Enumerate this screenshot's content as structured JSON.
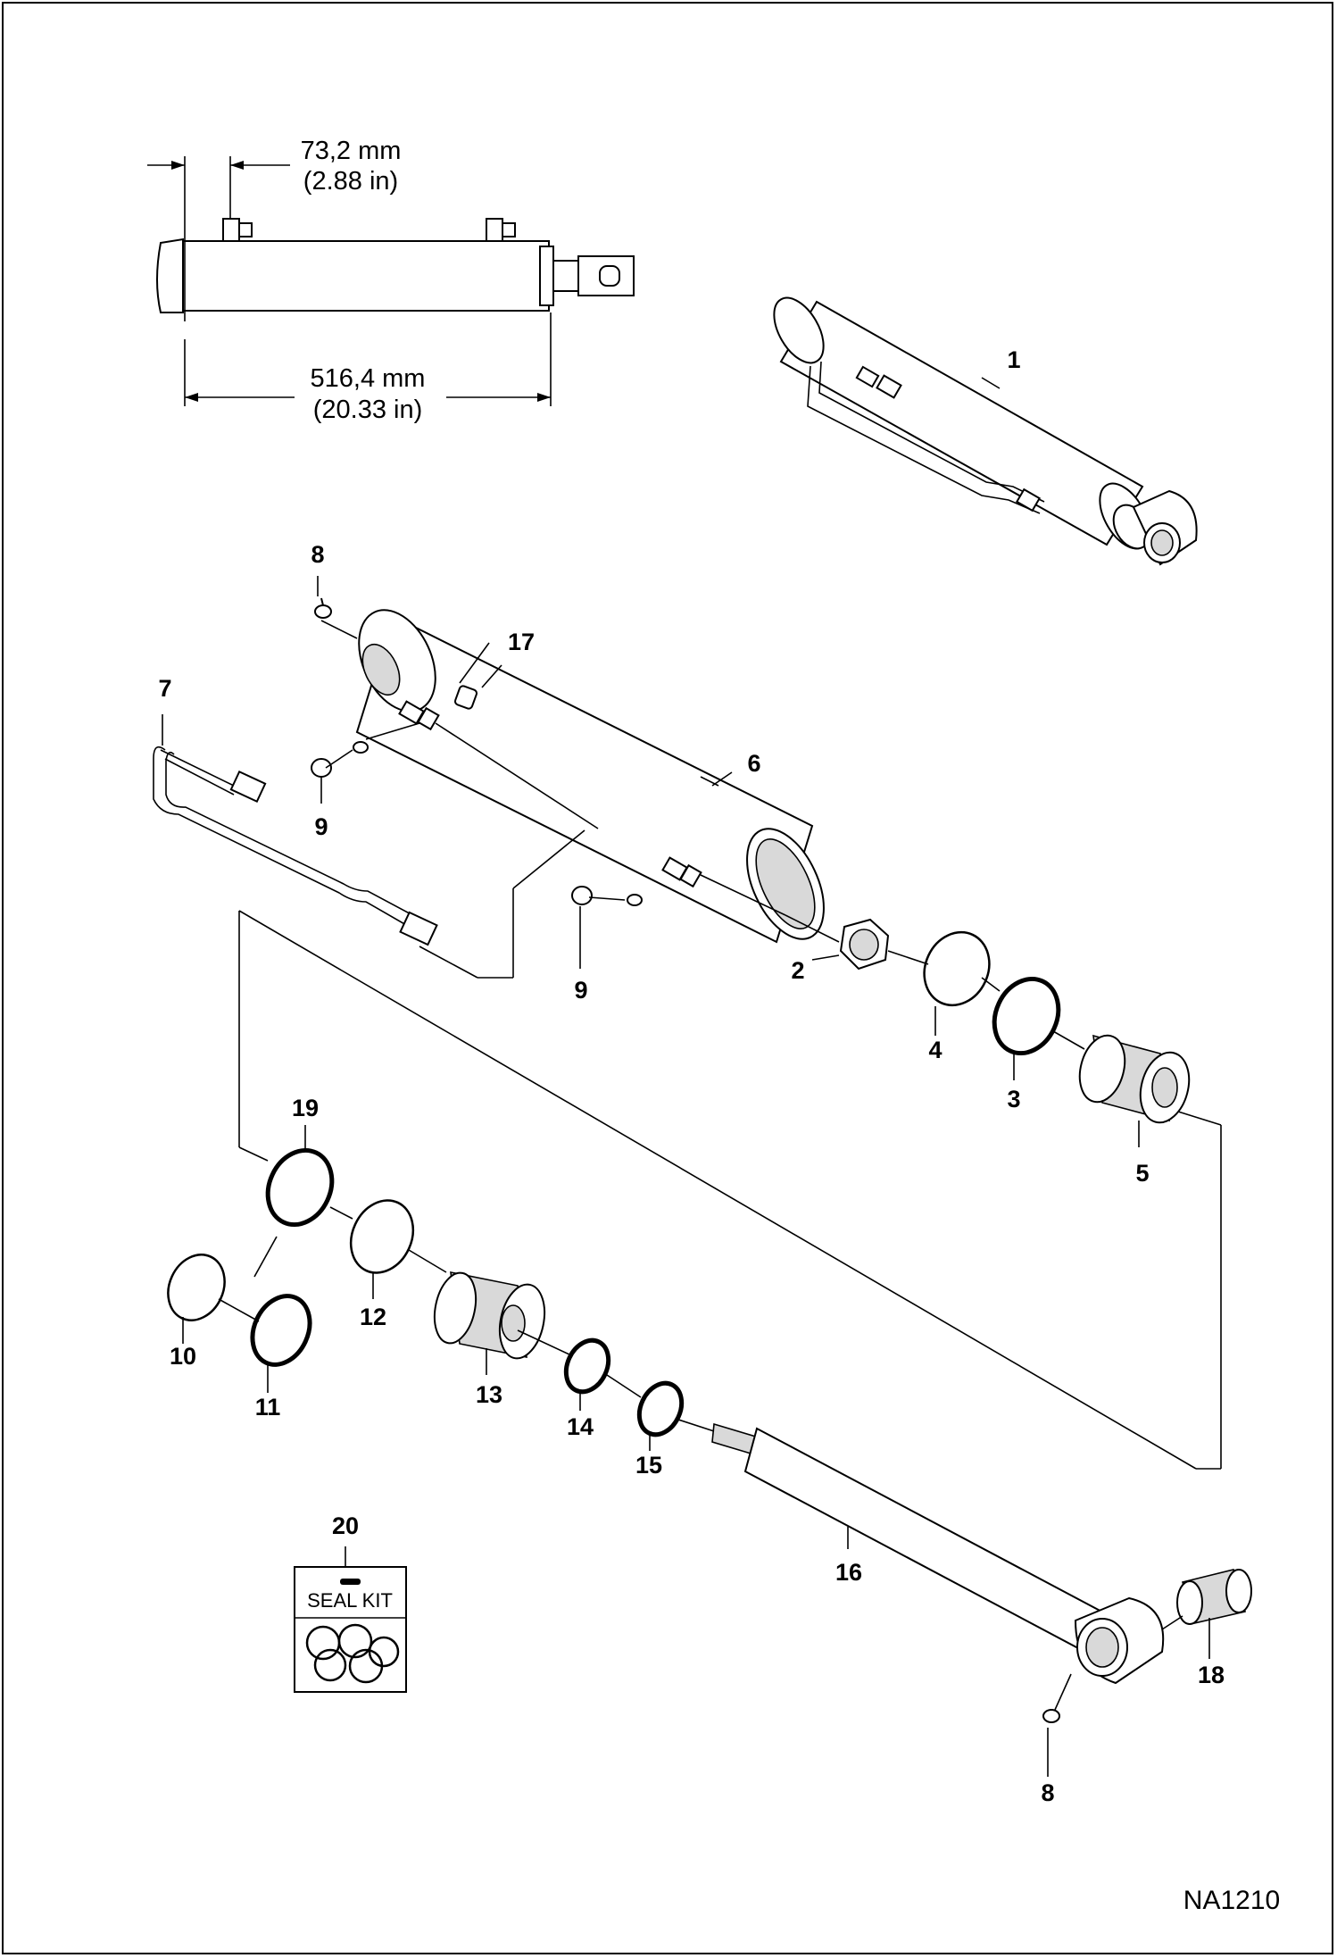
{
  "dimensions": {
    "port_offset_metric": "73,2 mm",
    "port_offset_imperial": "(2.88 in)",
    "overall_length_metric": "516,4 mm",
    "overall_length_imperial": "(20.33 in)"
  },
  "callouts": {
    "c1": "1",
    "c2": "2",
    "c3": "3",
    "c4": "4",
    "c5": "5",
    "c6": "6",
    "c7": "7",
    "c8a": "8",
    "c8b": "8",
    "c9a": "9",
    "c9b": "9",
    "c10": "10",
    "c11": "11",
    "c12": "12",
    "c13": "13",
    "c14": "14",
    "c15": "15",
    "c16": "16",
    "c17": "17",
    "c18": "18",
    "c19": "19",
    "c20": "20"
  },
  "seal_kit_label": "SEAL KIT",
  "drawing_code": "NA1210"
}
